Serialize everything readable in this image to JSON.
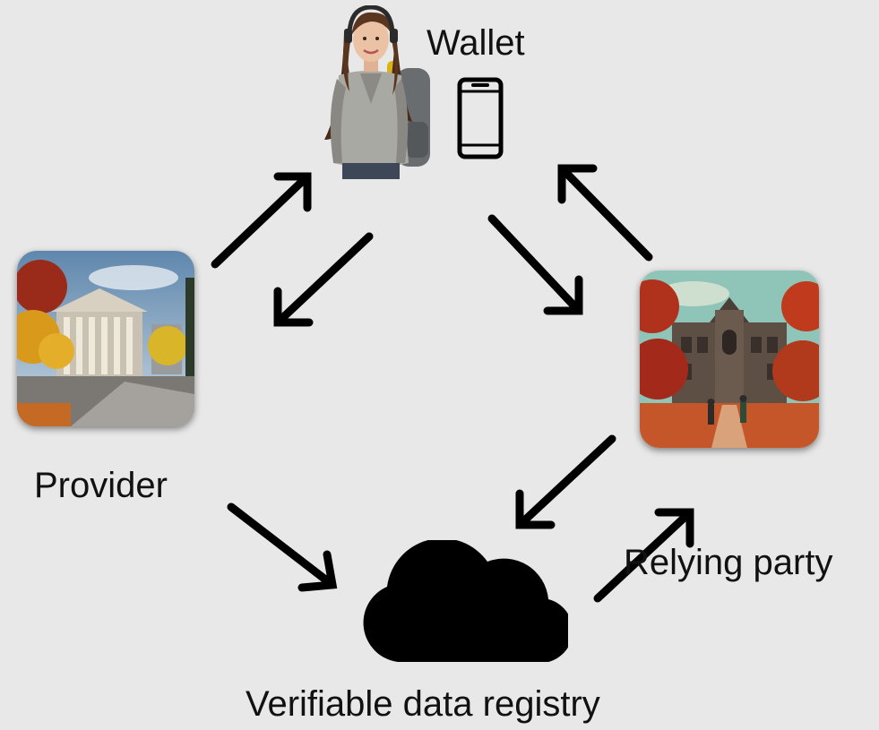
{
  "labels": {
    "wallet": "Wallet",
    "provider": "Provider",
    "relying_party": "Relying party",
    "registry": "Verifiable data registry"
  },
  "icons": {
    "wallet_device": "smartphone-icon",
    "registry": "cloud-icon"
  },
  "colors": {
    "background": "#e8e8e8",
    "arrow": "#000000",
    "text": "#111111"
  }
}
